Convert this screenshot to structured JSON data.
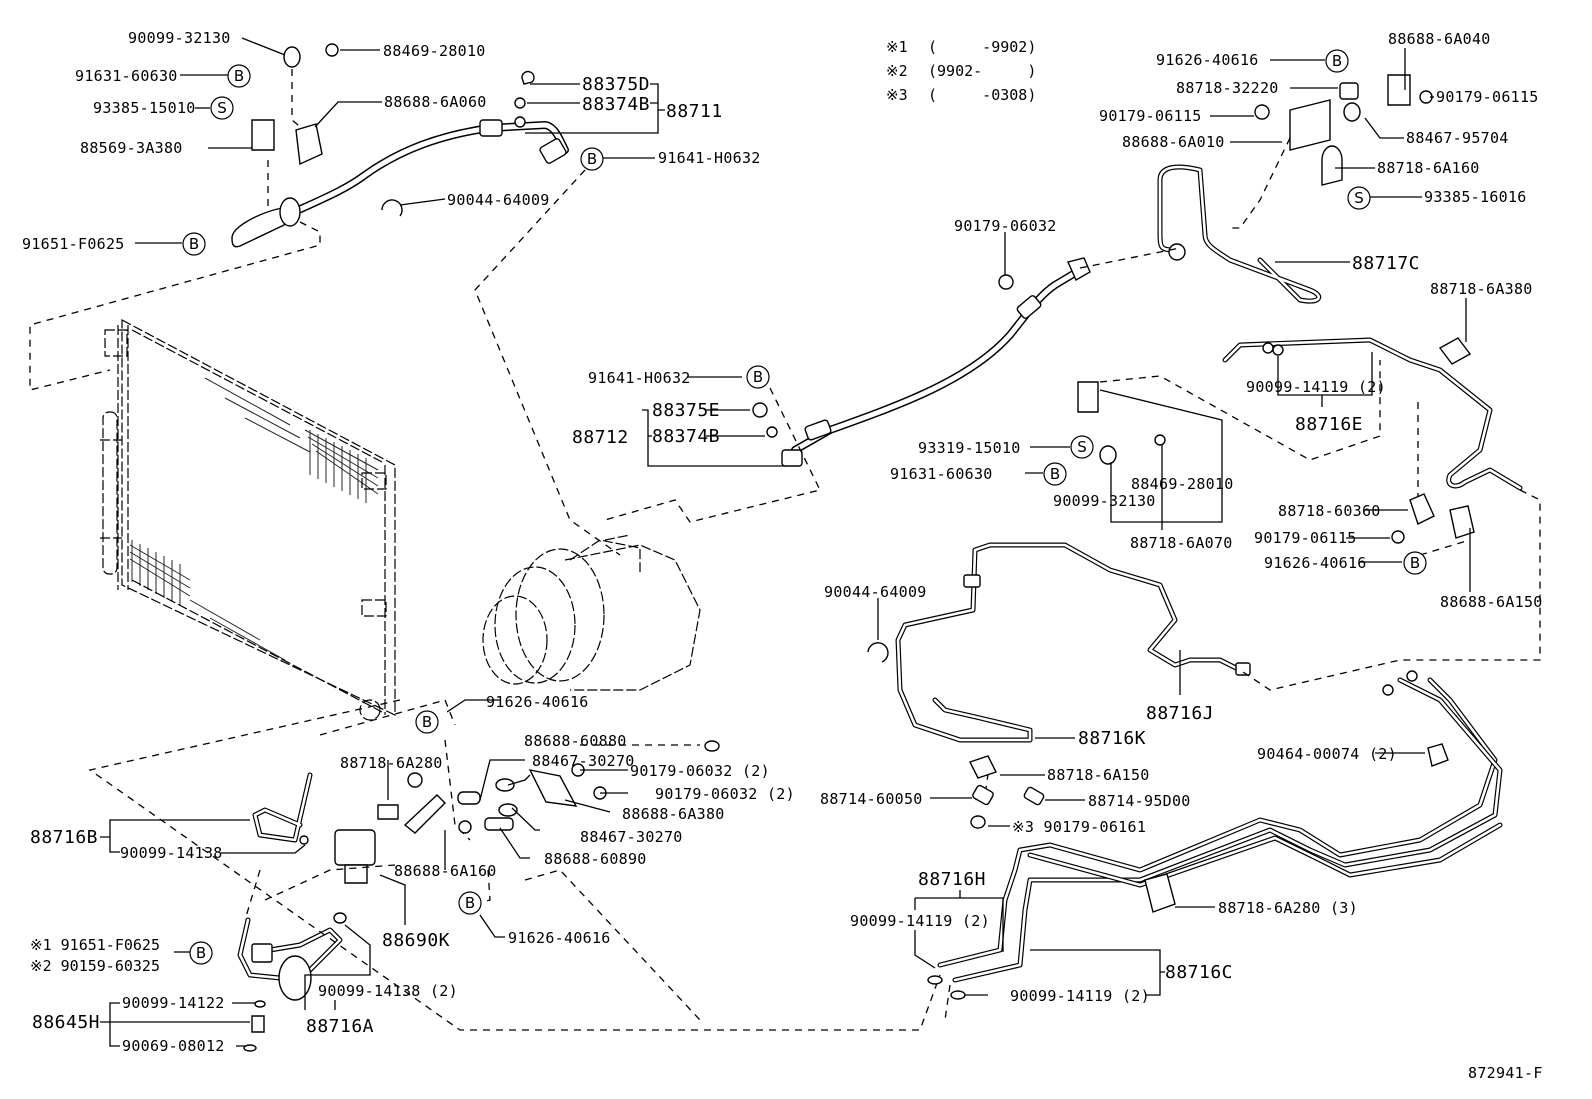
{
  "diagram": {
    "title": "Air Conditioning Condenser & Refrigerant Piping",
    "figure_id": "872941-F",
    "notes": [
      {
        "mark": "※1",
        "range": "(     -9902)"
      },
      {
        "mark": "※2",
        "range": "(9902-     )"
      },
      {
        "mark": "※3",
        "range": "(     -0308)"
      }
    ],
    "symbols": {
      "bolt": "B",
      "screw": "S"
    },
    "labels": {
      "p90099_32130_a": "90099-32130",
      "p88469_28010_a": "88469-28010",
      "p91631_60630_a": "91631-60630",
      "p93385_15010": "93385-15010",
      "p88688_6A060": "88688-6A060",
      "p88569_3A380": "88569-3A380",
      "p88375D": "88375D",
      "p88374B_a": "88374B",
      "p88711": "88711",
      "p91641_H0632_a": "91641-H0632",
      "p90044_64009_a": "90044-64009",
      "p91651_F0625": "91651-F0625",
      "p91626_40616_a": "91626-40616",
      "p88688_6A040": "88688-6A040",
      "p88718_32220": "88718-32220",
      "p90179_06115_a": "90179-06115",
      "p90179_06115_b": "90179-06115",
      "p88467_95704": "88467-95704",
      "p88688_6A010": "88688-6A010",
      "p88718_6A160": "88718-6A160",
      "p93385_16016": "93385-16016",
      "p90179_06032_a": "90179-06032",
      "p88717C": "88717C",
      "p88718_6A380": "88718-6A380",
      "p90099_14119_e": "90099-14119 (2)",
      "p88716E": "88716E",
      "p91641_H0632_b": "91641-H0632",
      "p88375E": "88375E",
      "p88374B_b": "88374B",
      "p88712": "88712",
      "p93319_15010": "93319-15010",
      "p91631_60630_b": "91631-60630",
      "p88469_28010_b": "88469-28010",
      "p90099_32130_b": "90099-32130",
      "p88718_6A070": "88718-6A070",
      "p88718_60360": "88718-60360",
      "p90179_06115_c": "90179-06115",
      "p91626_40616_b": "91626-40616",
      "p88688_6A150": "88688-6A150",
      "p90044_64009_b": "90044-64009",
      "p88716J": "88716J",
      "p88716K": "88716K",
      "p88718_6A150": "88718-6A150",
      "p88714_60050": "88714-60050",
      "p88714_95D00": "88714-95D00",
      "p90179_06161": "※3 90179-06161",
      "p90464_00074": "90464-00074 (2)",
      "p88718_6A280_3": "88718-6A280 (3)",
      "p88716H": "88716H",
      "p90099_14119_h": "90099-14119 (2)",
      "p88716C": "88716C",
      "p90099_14119_c": "90099-14119 (2)",
      "p91626_40616_c": "91626-40616",
      "p88688_60880": "88688-60880",
      "p88467_30270_a": "88467-30270",
      "p90179_06032_b": "90179-06032 (2)",
      "p90179_06032_c": "90179-06032 (2)",
      "p88688_6A380": "88688-6A380",
      "p88467_30270_b": "88467-30270",
      "p88688_60890": "88688-60890",
      "p91626_40616_d": "91626-40616",
      "p88718_6A280": "88718-6A280",
      "p88688_6A160": "88688-6A160",
      "p88690K": "88690K",
      "p88716B": "88716B",
      "p90099_14138_b": "90099-14138",
      "p91651_F0625_n1": "※1 91651-F0625",
      "p90159_60325_n2": "※2 90159-60325",
      "p90099_14138_a": "90099-14138 (2)",
      "p88716A": "88716A",
      "p90099_14122": "90099-14122",
      "p88645H": "88645H",
      "p90069_08012": "90069-08012"
    }
  }
}
